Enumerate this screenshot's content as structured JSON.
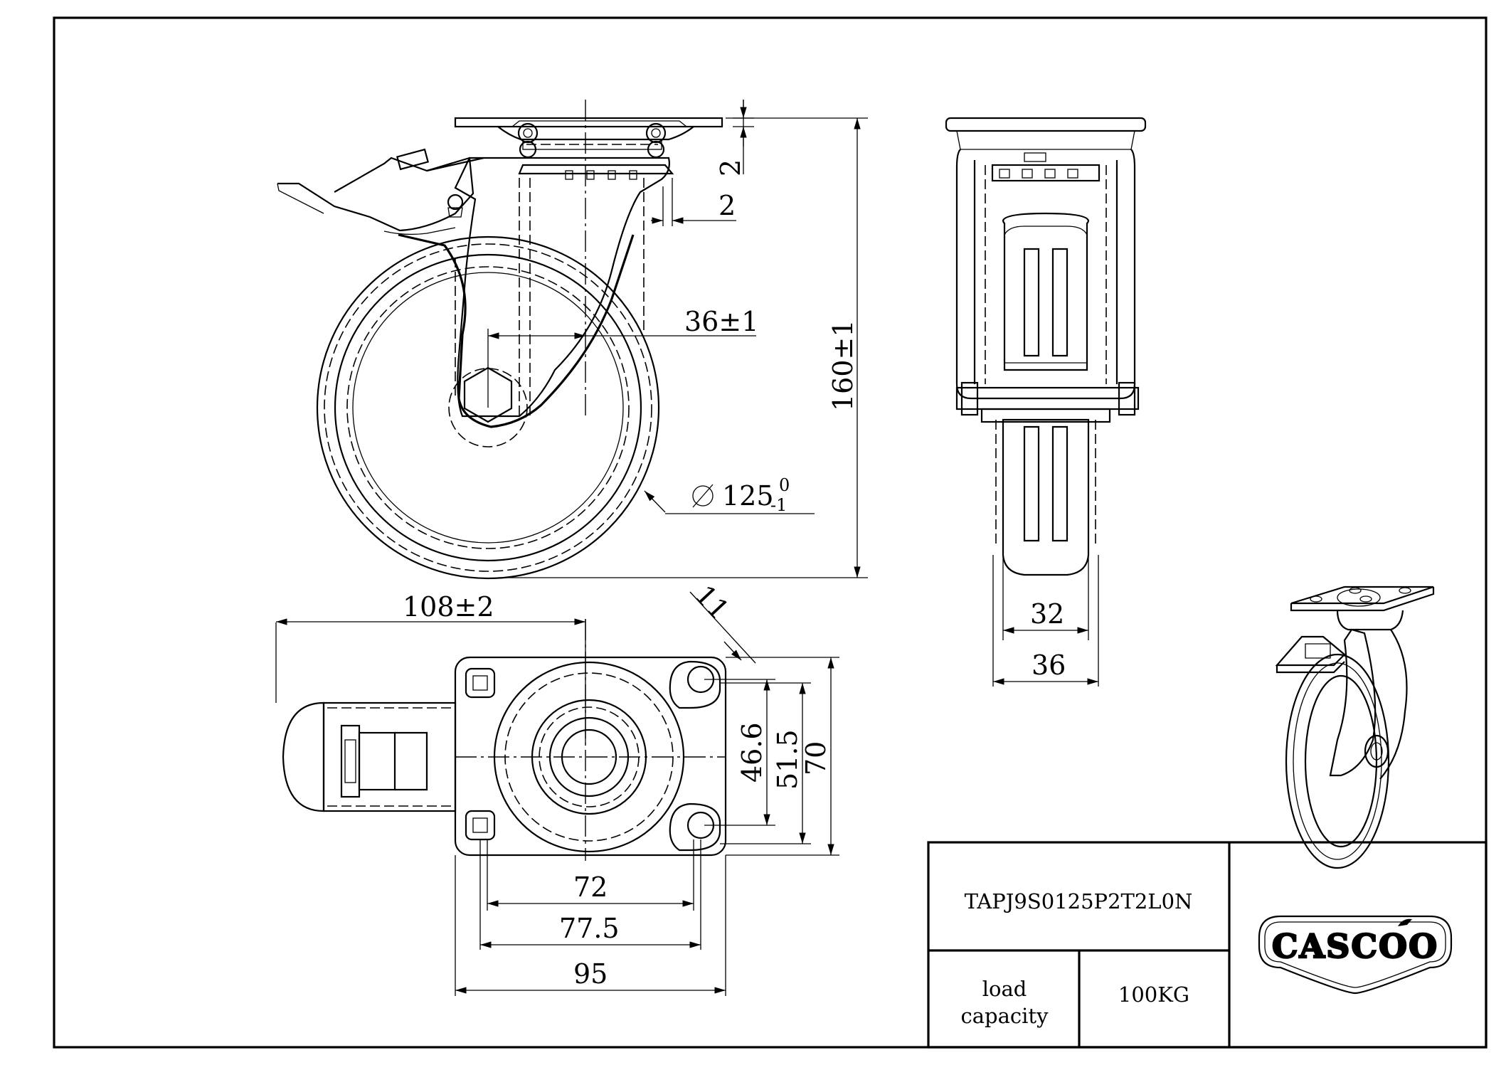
{
  "drawing": {
    "dims": {
      "d_gap_top": "2",
      "d_gap_side": "2",
      "d_offset": "36±1",
      "d_height": "160±1",
      "d_wheel_dia": "125",
      "d_wheel_tol_upper": "0",
      "d_wheel_tol_lower": "-1",
      "d_length": "108±2",
      "d_slot": "11",
      "d_466": "46.6",
      "d_515": "51.5",
      "d_70": "70",
      "d_72": "72",
      "d_775": "77.5",
      "d_95": "95",
      "d_32": "32",
      "d_36": "36"
    }
  },
  "title_block": {
    "part_number": "TAPJ9S0125P2T2L0N",
    "load_label_line1": "load",
    "load_label_line2": "capacity",
    "load_value": "100KG",
    "logo_text": "CASCOO"
  }
}
